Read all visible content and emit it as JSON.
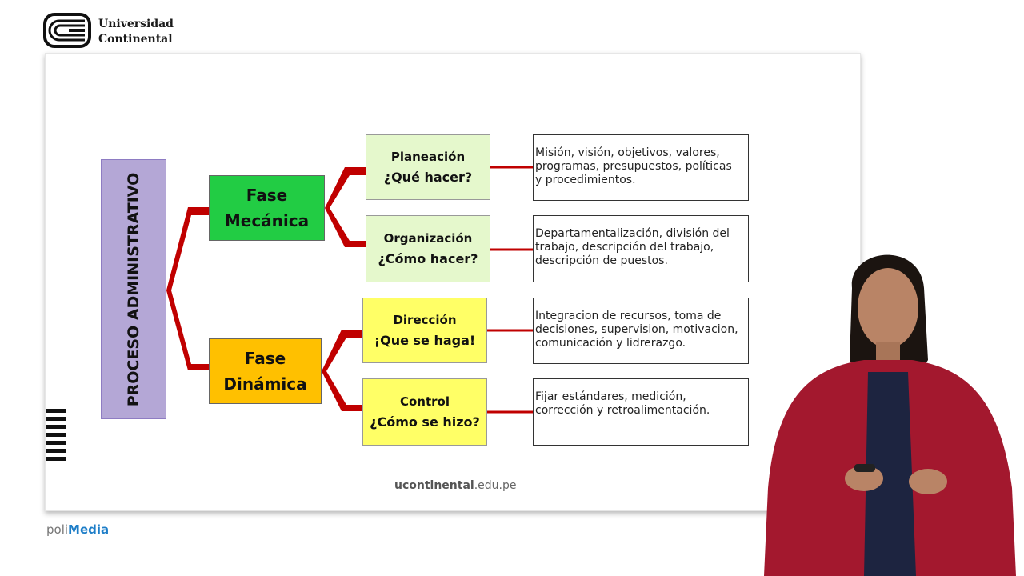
{
  "brand": {
    "line1": "Universidad",
    "line2": "Continental"
  },
  "diagram": {
    "root": "PROCESO ADMINISTRATIVO",
    "phases": [
      {
        "line1": "Fase",
        "line2": "Mecánica",
        "color": "#22cc44"
      },
      {
        "line1": "Fase",
        "line2": "Dinámica",
        "color": "#ffc000"
      }
    ],
    "steps": [
      {
        "title": "Planeación",
        "question": "¿Qué hacer?",
        "description": [
          "Misión, visión, objetivos, valores,",
          "programas, presupuestos, políticas",
          "y procedimientos."
        ]
      },
      {
        "title": "Organización",
        "question": "¿Cómo hacer?",
        "description": [
          "Departamentalización, división del",
          "trabajo, descripción del trabajo,",
          "descripción de puestos."
        ]
      },
      {
        "title": "Dirección",
        "question": "¡Que se haga!",
        "description": [
          "Integracion de recursos, toma de",
          "decisiones, supervision, motivacion,",
          "comunicación y lidrerazgo."
        ]
      },
      {
        "title": "Control",
        "question": "¿Cómo se hizo?",
        "description": [
          "Fijar estándares, medición,",
          "corrección y retroalimentación."
        ]
      }
    ],
    "connector_color": "#c00000"
  },
  "footer": {
    "url_bold": "ucontinental",
    "url_rest": ".edu.pe"
  },
  "polimedia": {
    "prefix": "poli",
    "suffix": "Media"
  }
}
